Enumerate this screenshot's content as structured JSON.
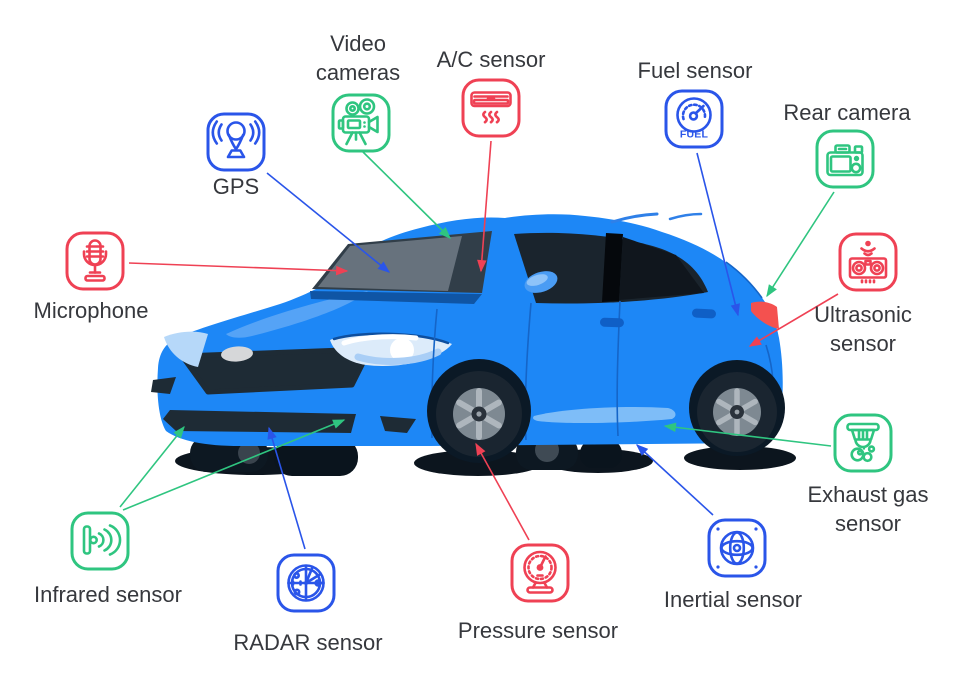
{
  "palette": {
    "sensor_green": "#2fc580",
    "sensor_red": "#ef4154",
    "sensor_blue": "#2a55e9",
    "car_body_blue": "#1d87f6",
    "car_glass_dark": "#313e49",
    "tail_light_red": "#f4514f",
    "label_text": "#36383d"
  },
  "sensors": [
    {
      "id": "video-cameras",
      "label": "Video cameras",
      "color": "#2fc580",
      "icon": "video-camera-icon"
    },
    {
      "id": "ac-sensor",
      "label": "A/C sensor",
      "color": "#ef4154",
      "icon": "air-conditioner-icon"
    },
    {
      "id": "fuel-sensor",
      "label": "Fuel sensor",
      "color": "#2a55e9",
      "icon": "fuel-gauge-icon"
    },
    {
      "id": "rear-camera",
      "label": "Rear camera",
      "color": "#2fc580",
      "icon": "photo-camera-icon"
    },
    {
      "id": "gps",
      "label": "GPS",
      "color": "#2a55e9",
      "icon": "gps-pin-icon"
    },
    {
      "id": "microphone",
      "label": "Microphone",
      "color": "#ef4154",
      "icon": "microphone-icon"
    },
    {
      "id": "ultrasonic-sensor",
      "label": "Ultrasonic sensor",
      "color": "#ef4154",
      "icon": "ultrasonic-module-icon"
    },
    {
      "id": "exhaust-gas-sensor",
      "label": "Exhaust gas sensor",
      "color": "#2fc580",
      "icon": "gas-detector-icon"
    },
    {
      "id": "infrared-sensor",
      "label": "Infrared sensor",
      "color": "#2fc580",
      "icon": "infrared-waves-icon"
    },
    {
      "id": "radar-sensor",
      "label": "RADAR sensor",
      "color": "#2a55e9",
      "icon": "radar-screen-icon"
    },
    {
      "id": "pressure-sensor",
      "label": "Pressure sensor",
      "color": "#ef4154",
      "icon": "pressure-gauge-icon"
    },
    {
      "id": "inertial-sensor",
      "label": "Inertial sensor",
      "color": "#2a55e9",
      "icon": "gyroscope-icon"
    }
  ],
  "fuel_icon_text": "FUEL"
}
